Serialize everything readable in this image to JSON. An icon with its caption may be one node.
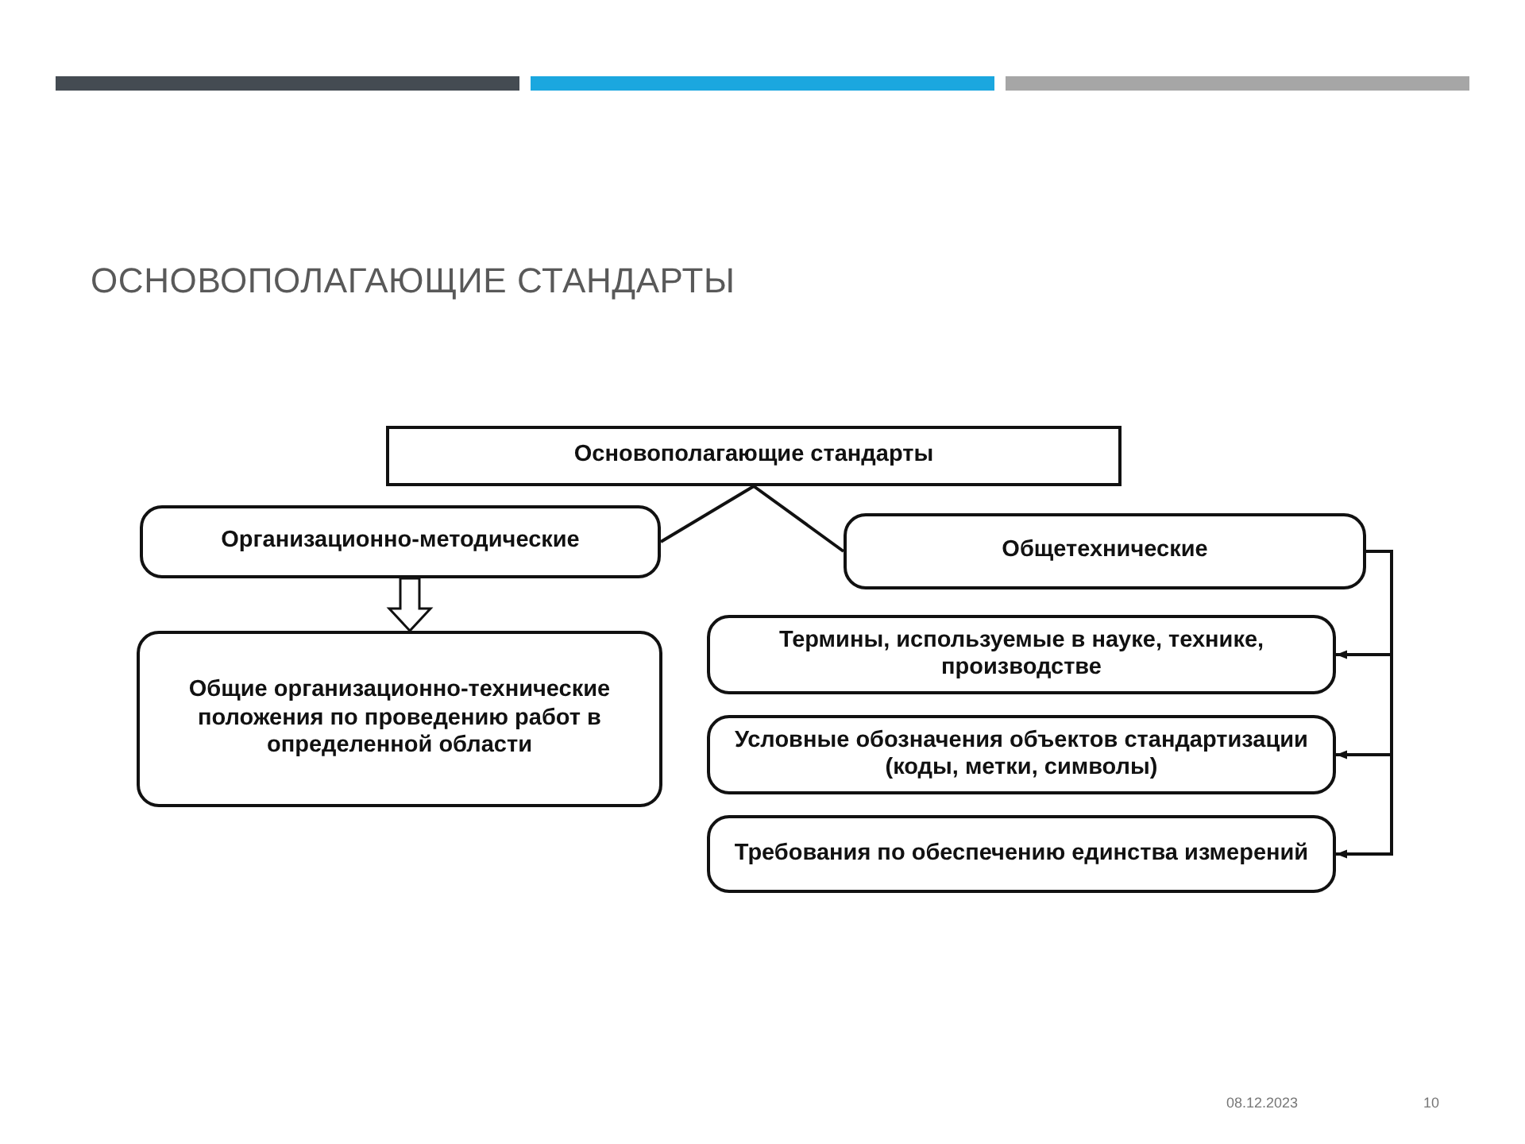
{
  "diagram": {
    "title": "ОСНОВОПОЛАГАЮЩИЕ СТАНДАРТЫ",
    "nodes": [
      {
        "text": [
          "Основополагающие стандарты"
        ]
      },
      {
        "text": [
          "Организационно-методические"
        ]
      },
      {
        "text": [
          "Общетехнические"
        ]
      },
      {
        "text": [
          "Общие организационно-технические положения по проведению работ в определенной области"
        ]
      },
      {
        "text": [
          "Термины, используемые в науке, технике, производстве"
        ]
      },
      {
        "text": [
          "Условные обозначения объектов стандартизации (коды, метки, символы)"
        ]
      },
      {
        "text": [
          "Требования по обеспечению единства измерений"
        ]
      }
    ],
    "edges": [
      {
        "from": 0,
        "to": 1,
        "arrow": "none"
      },
      {
        "from": 0,
        "to": 2,
        "arrow": "none"
      },
      {
        "from": 1,
        "to": 3,
        "arrow": "to",
        "style": "thick"
      },
      {
        "from": 2,
        "to": 4,
        "arrow": "to"
      },
      {
        "from": 2,
        "to": 5,
        "arrow": "to"
      },
      {
        "from": 2,
        "to": 6,
        "arrow": "to"
      }
    ],
    "labels": [
      "08.12.2023",
      "10"
    ]
  }
}
